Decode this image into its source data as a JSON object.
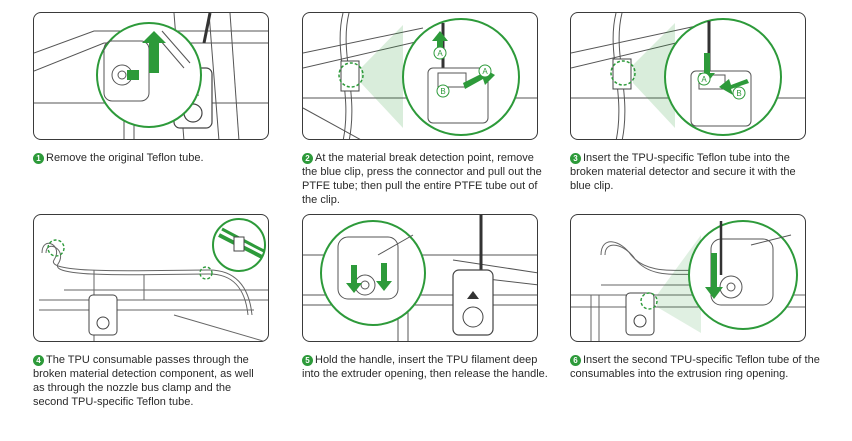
{
  "accent_color": "#2d9a3a",
  "steps": [
    {
      "number": "1",
      "text": "Remove the original Teflon tube."
    },
    {
      "number": "2",
      "text": "At the material break detection point, remove the blue clip, press the connector and pull out the PTFE tube; then pull the entire PTFE tube out of the clip."
    },
    {
      "number": "3",
      "text": "Insert the TPU-specific Teflon tube into the broken material detector and secure it with the blue clip."
    },
    {
      "number": "4",
      "text": "The TPU consumable passes through the broken material detection component, as well as through the nozzle bus clamp and the second TPU-specific Teflon tube."
    },
    {
      "number": "5",
      "text": "Hold the handle, insert the TPU filament deep into the extruder opening, then release the handle."
    },
    {
      "number": "6",
      "text": "Insert the second TPU-specific Teflon tube of the consumables into the extrusion ring opening."
    }
  ],
  "callouts": {
    "a": "A",
    "b": "B"
  }
}
